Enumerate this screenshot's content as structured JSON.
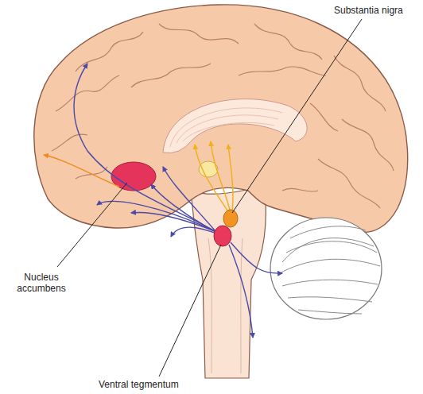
{
  "diagram": {
    "labels": [
      "Substantia nigra",
      "Nucleus accumbens",
      "Ventral tegmentum"
    ]
  }
}
